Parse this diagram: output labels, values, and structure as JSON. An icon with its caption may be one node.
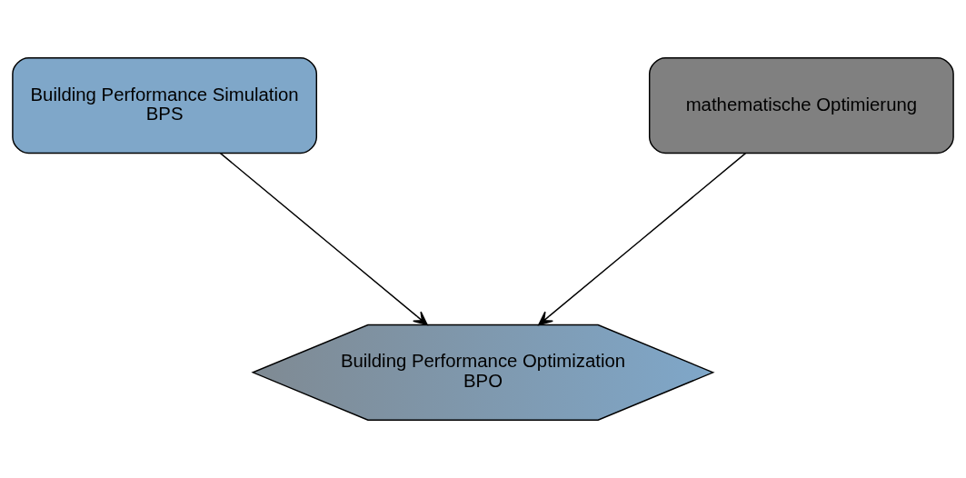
{
  "diagram": {
    "nodes": [
      {
        "text": [
          "Building Performance Simulation",
          "BPS"
        ]
      },
      {
        "text": [
          "mathematische Optimierung"
        ]
      },
      {
        "text": [
          "Building Performance Optimization",
          "BPO"
        ]
      }
    ],
    "edges": [
      {
        "from": 0,
        "to": 2,
        "arrow": "to"
      },
      {
        "from": 1,
        "to": 2,
        "arrow": "to"
      }
    ]
  }
}
